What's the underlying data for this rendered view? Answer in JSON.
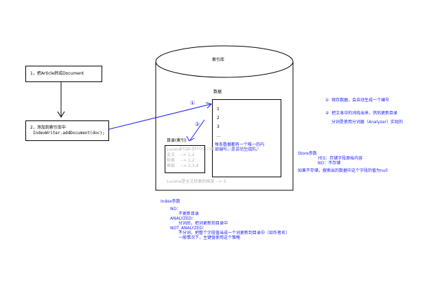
{
  "left": {
    "step1": "1，把Article转成Document",
    "step2_line1": "2，添加到索引库中",
    "step2_line2": "IndexWriter.addDocument(doc);"
  },
  "db": {
    "title": "索引库",
    "data_label": "数据",
    "rows": [
      "1",
      "2",
      "3",
      "..."
    ],
    "note_line1": "每条数据都有一个唯一的内",
    "note_line2": "部编号，是自动生成的。",
    "index_title": "目录(索引)",
    "index_lines": [
      "Lucene  --> 1",
      "全文    --> 1,2",
      "检索    --> 1,2",
      "框架    --> 2,3,4"
    ],
    "footer": "Lucene是全文检索的框架 --> 5",
    "watermark": "http://blog.csdn.net/u012218159",
    "marker1": "①",
    "marker2": "②"
  },
  "right": {
    "n1": "①  保存数据，会自动生成一个编号",
    "n2": "②  把文本中的词找出来，然后更新目录",
    "n2b": "分词是使用分词器（Analyzer）实现的",
    "store_title": "Store参数",
    "store_yes": "YES：存储字段原始内容",
    "store_no": "NO：不存储",
    "store_note": "如果不存储，搜索出的数据中这个字段的值为null"
  },
  "bottom": {
    "title": "Index参数",
    "no": "NO：",
    "no_desc": "不更新目录",
    "analyzed": "ANALYZED：",
    "analyzed_desc": "分词后，把词更新到目录中",
    "not_analyzed": "NOT_ANALYZED：",
    "not_analyzed_desc1": "不分词，把整个字段值当成一个词更新到目录中（如作者名）",
    "not_analyzed_desc2": "一般情况下，主键值使用这个策略"
  },
  "colors": {
    "annotation": "#1a1aff",
    "line": "#000000",
    "watermark": "#c8c8c8"
  }
}
